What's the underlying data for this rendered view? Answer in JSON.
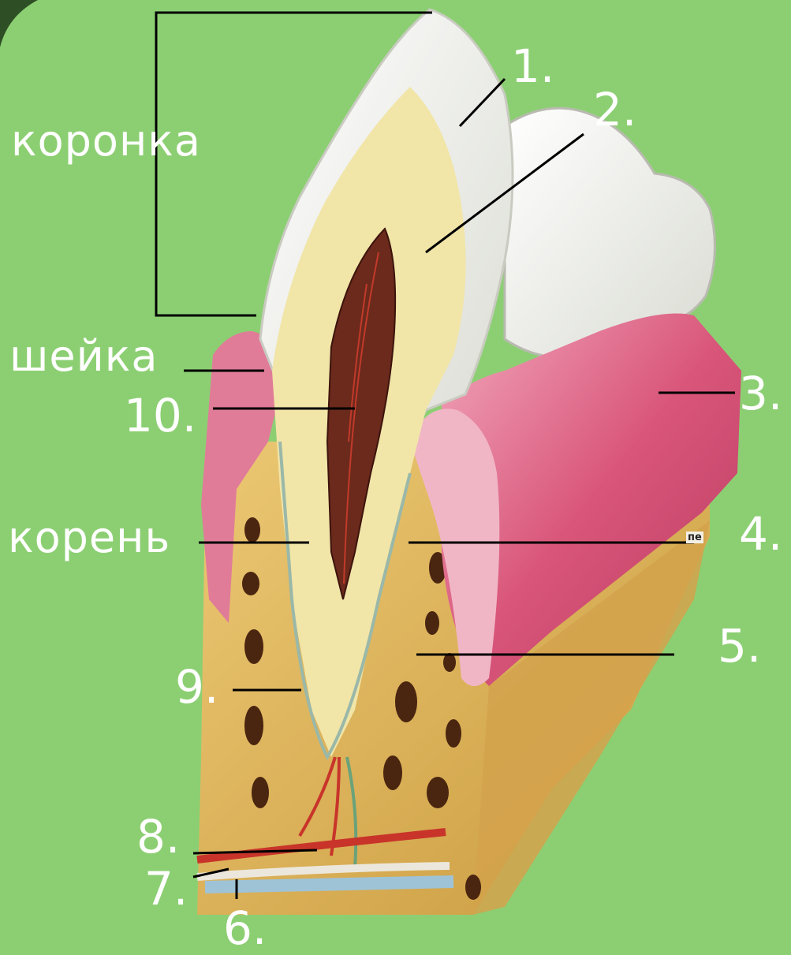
{
  "labels": {
    "crown": "коронка",
    "neck": "шейка",
    "root": "корень"
  },
  "numbers": {
    "n1": "1.",
    "n2": "2.",
    "n3": "3.",
    "n4": "4.",
    "n5": "5.",
    "n6": "6.",
    "n7": "7.",
    "n8": "8.",
    "n9": "9.",
    "n10": "10."
  },
  "fragment_tag": "пе",
  "colors": {
    "background": "#8ccf73",
    "enamel": "#f2f2ee",
    "dentin": "#f0e4a6",
    "pulp": "#6b2a1c",
    "gum": "#d9567a",
    "bone": "#e0b65a",
    "artery": "#c8342a",
    "vein": "#9fc3d6"
  }
}
